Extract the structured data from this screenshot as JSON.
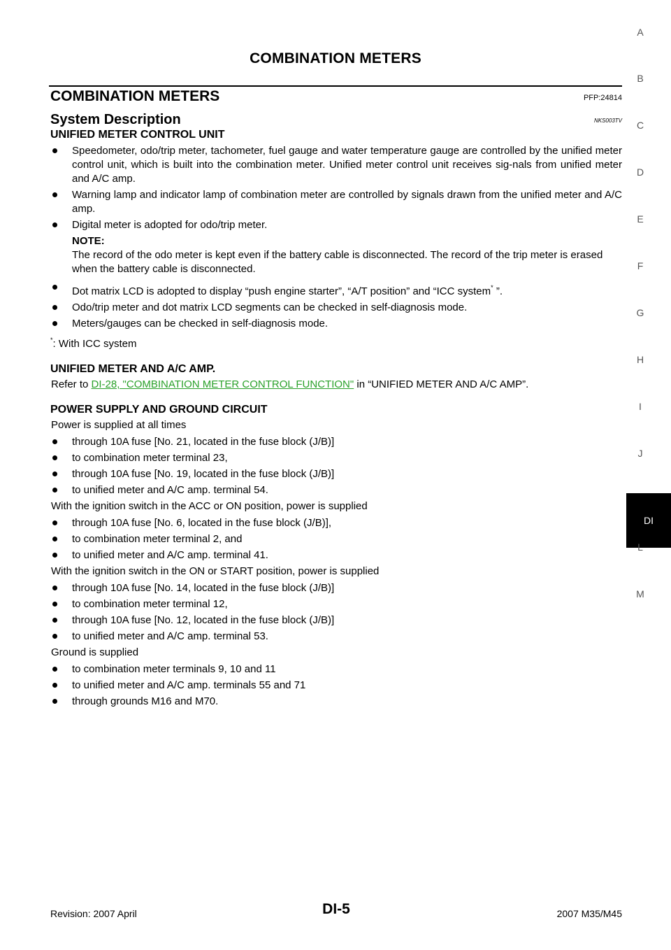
{
  "header": {
    "title": "COMBINATION METERS"
  },
  "section": {
    "title": "COMBINATION METERS",
    "code": "PFP:24814"
  },
  "subsection": {
    "title": "System Description",
    "code": "NKS003TV"
  },
  "unified_unit": {
    "heading": "UNIFIED METER CONTROL UNIT",
    "bullets_a": [
      "Speedometer, odo/trip meter, tachometer, fuel gauge and water temperature gauge are controlled by the unified meter control unit, which is built into the combination meter. Unified meter control unit receives sig-nals from unified meter and A/C amp.",
      "Warning lamp and indicator lamp of combination meter are controlled by signals drawn from the unified meter and A/C amp.",
      "Digital meter is adopted for odo/trip meter."
    ],
    "note_label": "NOTE:",
    "note_text": "The record of the odo meter is kept even if the battery cable is disconnected. The record of the trip meter is erased when the battery cable is disconnected.",
    "dot_matrix_before": "Dot matrix LCD is adopted to display “push engine starter”, “A/T position” and “ICC system",
    "dot_matrix_after": " ”.",
    "bullets_b": [
      "Odo/trip meter and dot matrix LCD segments can be checked in self-diagnosis mode.",
      "Meters/gauges can be checked in self-diagnosis mode."
    ],
    "asterisk": "*",
    "footnote": ": With ICC system"
  },
  "amp": {
    "heading": "UNIFIED METER AND A/C AMP.",
    "refer_prefix": "Refer to ",
    "link_text": "DI-28, \"COMBINATION METER CONTROL FUNCTION\"",
    "refer_suffix": "  in “UNIFIED METER AND A/C AMP”."
  },
  "power": {
    "heading": "POWER SUPPLY AND GROUND CIRCUIT",
    "groups": [
      {
        "intro": "Power is supplied at all times",
        "items": [
          "through 10A fuse [No. 21, located in the fuse block (J/B)]",
          "to combination meter terminal 23,",
          "through 10A fuse [No. 19, located in the fuse block (J/B)]",
          "to unified meter and A/C amp. terminal 54."
        ]
      },
      {
        "intro": "With the ignition switch in the ACC or ON position, power is supplied",
        "items": [
          "through 10A fuse [No. 6, located in the fuse block (J/B)],",
          "to combination meter terminal 2, and",
          "to unified meter and A/C amp. terminal 41."
        ]
      },
      {
        "intro": "With the ignition switch in the ON or START position, power is supplied",
        "items": [
          "through 10A fuse [No. 14, located in the fuse block (J/B)]",
          "to combination meter terminal 12,",
          "through 10A fuse [No. 12, located in the fuse block (J/B)]",
          "to unified meter and A/C amp. terminal 53."
        ]
      },
      {
        "intro": "Ground is supplied",
        "items": [
          "to combination meter terminals 9, 10 and 11",
          "to unified meter and A/C amp. terminals 55 and 71",
          "through grounds M16 and M70."
        ]
      }
    ]
  },
  "side_index": {
    "letters": [
      "A",
      "B",
      "C",
      "D",
      "E",
      "F",
      "G",
      "H",
      "I",
      "J",
      "DI",
      "L",
      "M"
    ],
    "active": "DI"
  },
  "footer": {
    "revision": "Revision: 2007 April",
    "page": "DI-5",
    "model": "2007 M35/M45"
  }
}
